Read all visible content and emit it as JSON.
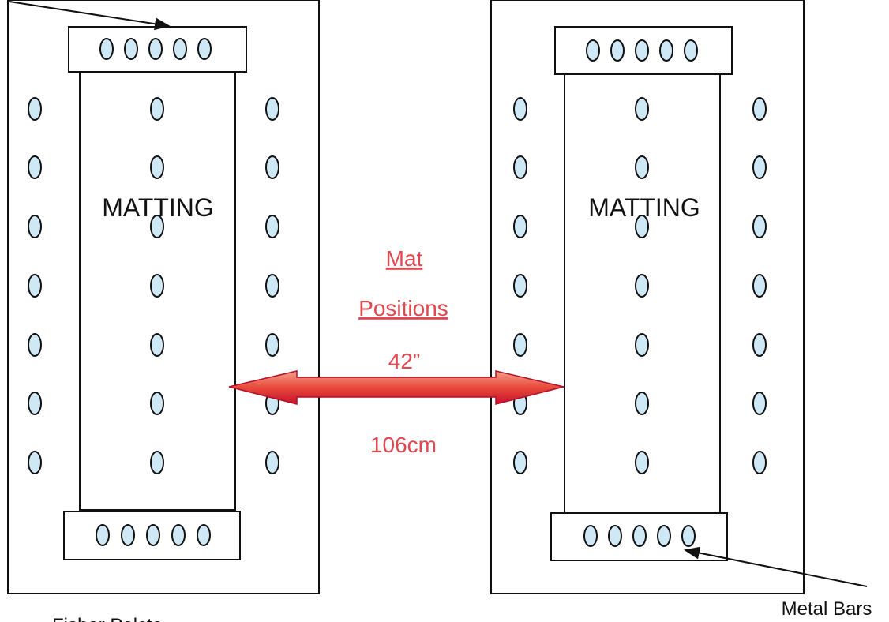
{
  "labels": {
    "matting_left": "MATTING",
    "matting_right": "MATTING",
    "mat": "Mat",
    "positions": "Positions",
    "distance_in": "42”",
    "distance_cm": "106cm",
    "metal_bars": "Metal Bars",
    "bottom_left": "Fisher Pelcta"
  },
  "colors": {
    "bar_fill": "#cfe8f5",
    "bar_stroke": "#111111",
    "outline": "#111111",
    "label_red": "#e0474f",
    "arrow_light": "#f28a7a",
    "arrow_dark": "#c8102e"
  }
}
